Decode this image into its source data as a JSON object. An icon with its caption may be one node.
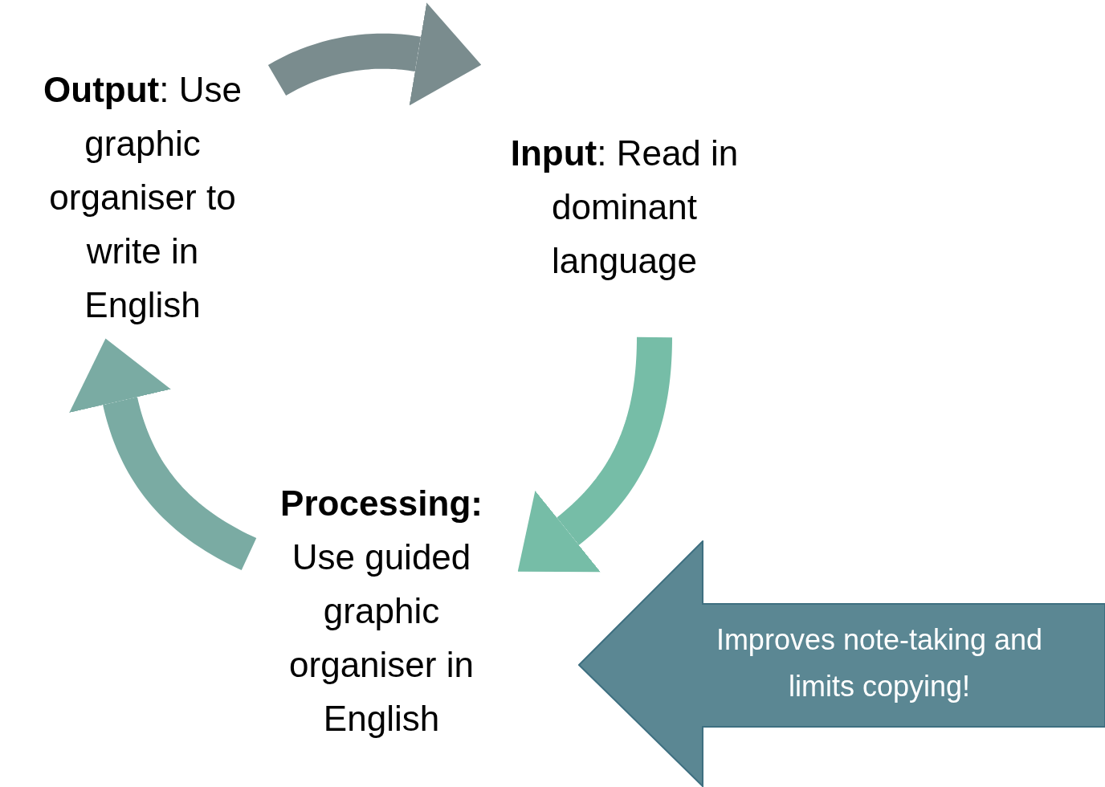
{
  "diagram": {
    "nodes": [
      {
        "text": [
          "**Output**: Use graphic organiser to write in English"
        ]
      },
      {
        "text": [
          "**Input**: Read in dominant language"
        ]
      },
      {
        "text": [
          "**Processing:** Use guided graphic organiser in English"
        ]
      },
      {
        "text": [
          "Improves note-taking and limits copying!"
        ]
      }
    ],
    "edges": [
      {
        "from": 0,
        "to": 1,
        "arrow": "to",
        "color": "#7a8c8e"
      },
      {
        "from": 1,
        "to": 2,
        "arrow": "to",
        "color": "#76bda7"
      },
      {
        "from": 2,
        "to": 0,
        "arrow": "to",
        "color": "#7aaba3"
      }
    ]
  }
}
